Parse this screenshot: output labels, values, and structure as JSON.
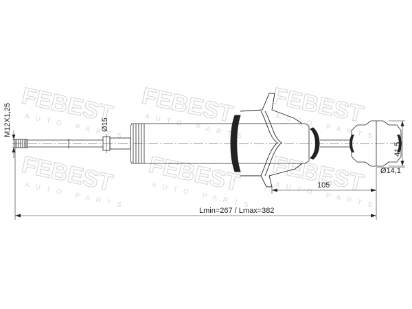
{
  "watermark": {
    "brand": "FEBEST",
    "tagline": "AUTO PARTS"
  },
  "dimensions": {
    "thread": "M12X1,25",
    "rod_diameter": "Ø15",
    "length": "Lmin=267 / Lmax=382",
    "mount_offset": "105",
    "eye_height": "41,5",
    "eye_bore": "Ø14,1"
  },
  "colors": {
    "line": "#222222",
    "watermark": "#d9d9d9",
    "background": "#ffffff"
  }
}
